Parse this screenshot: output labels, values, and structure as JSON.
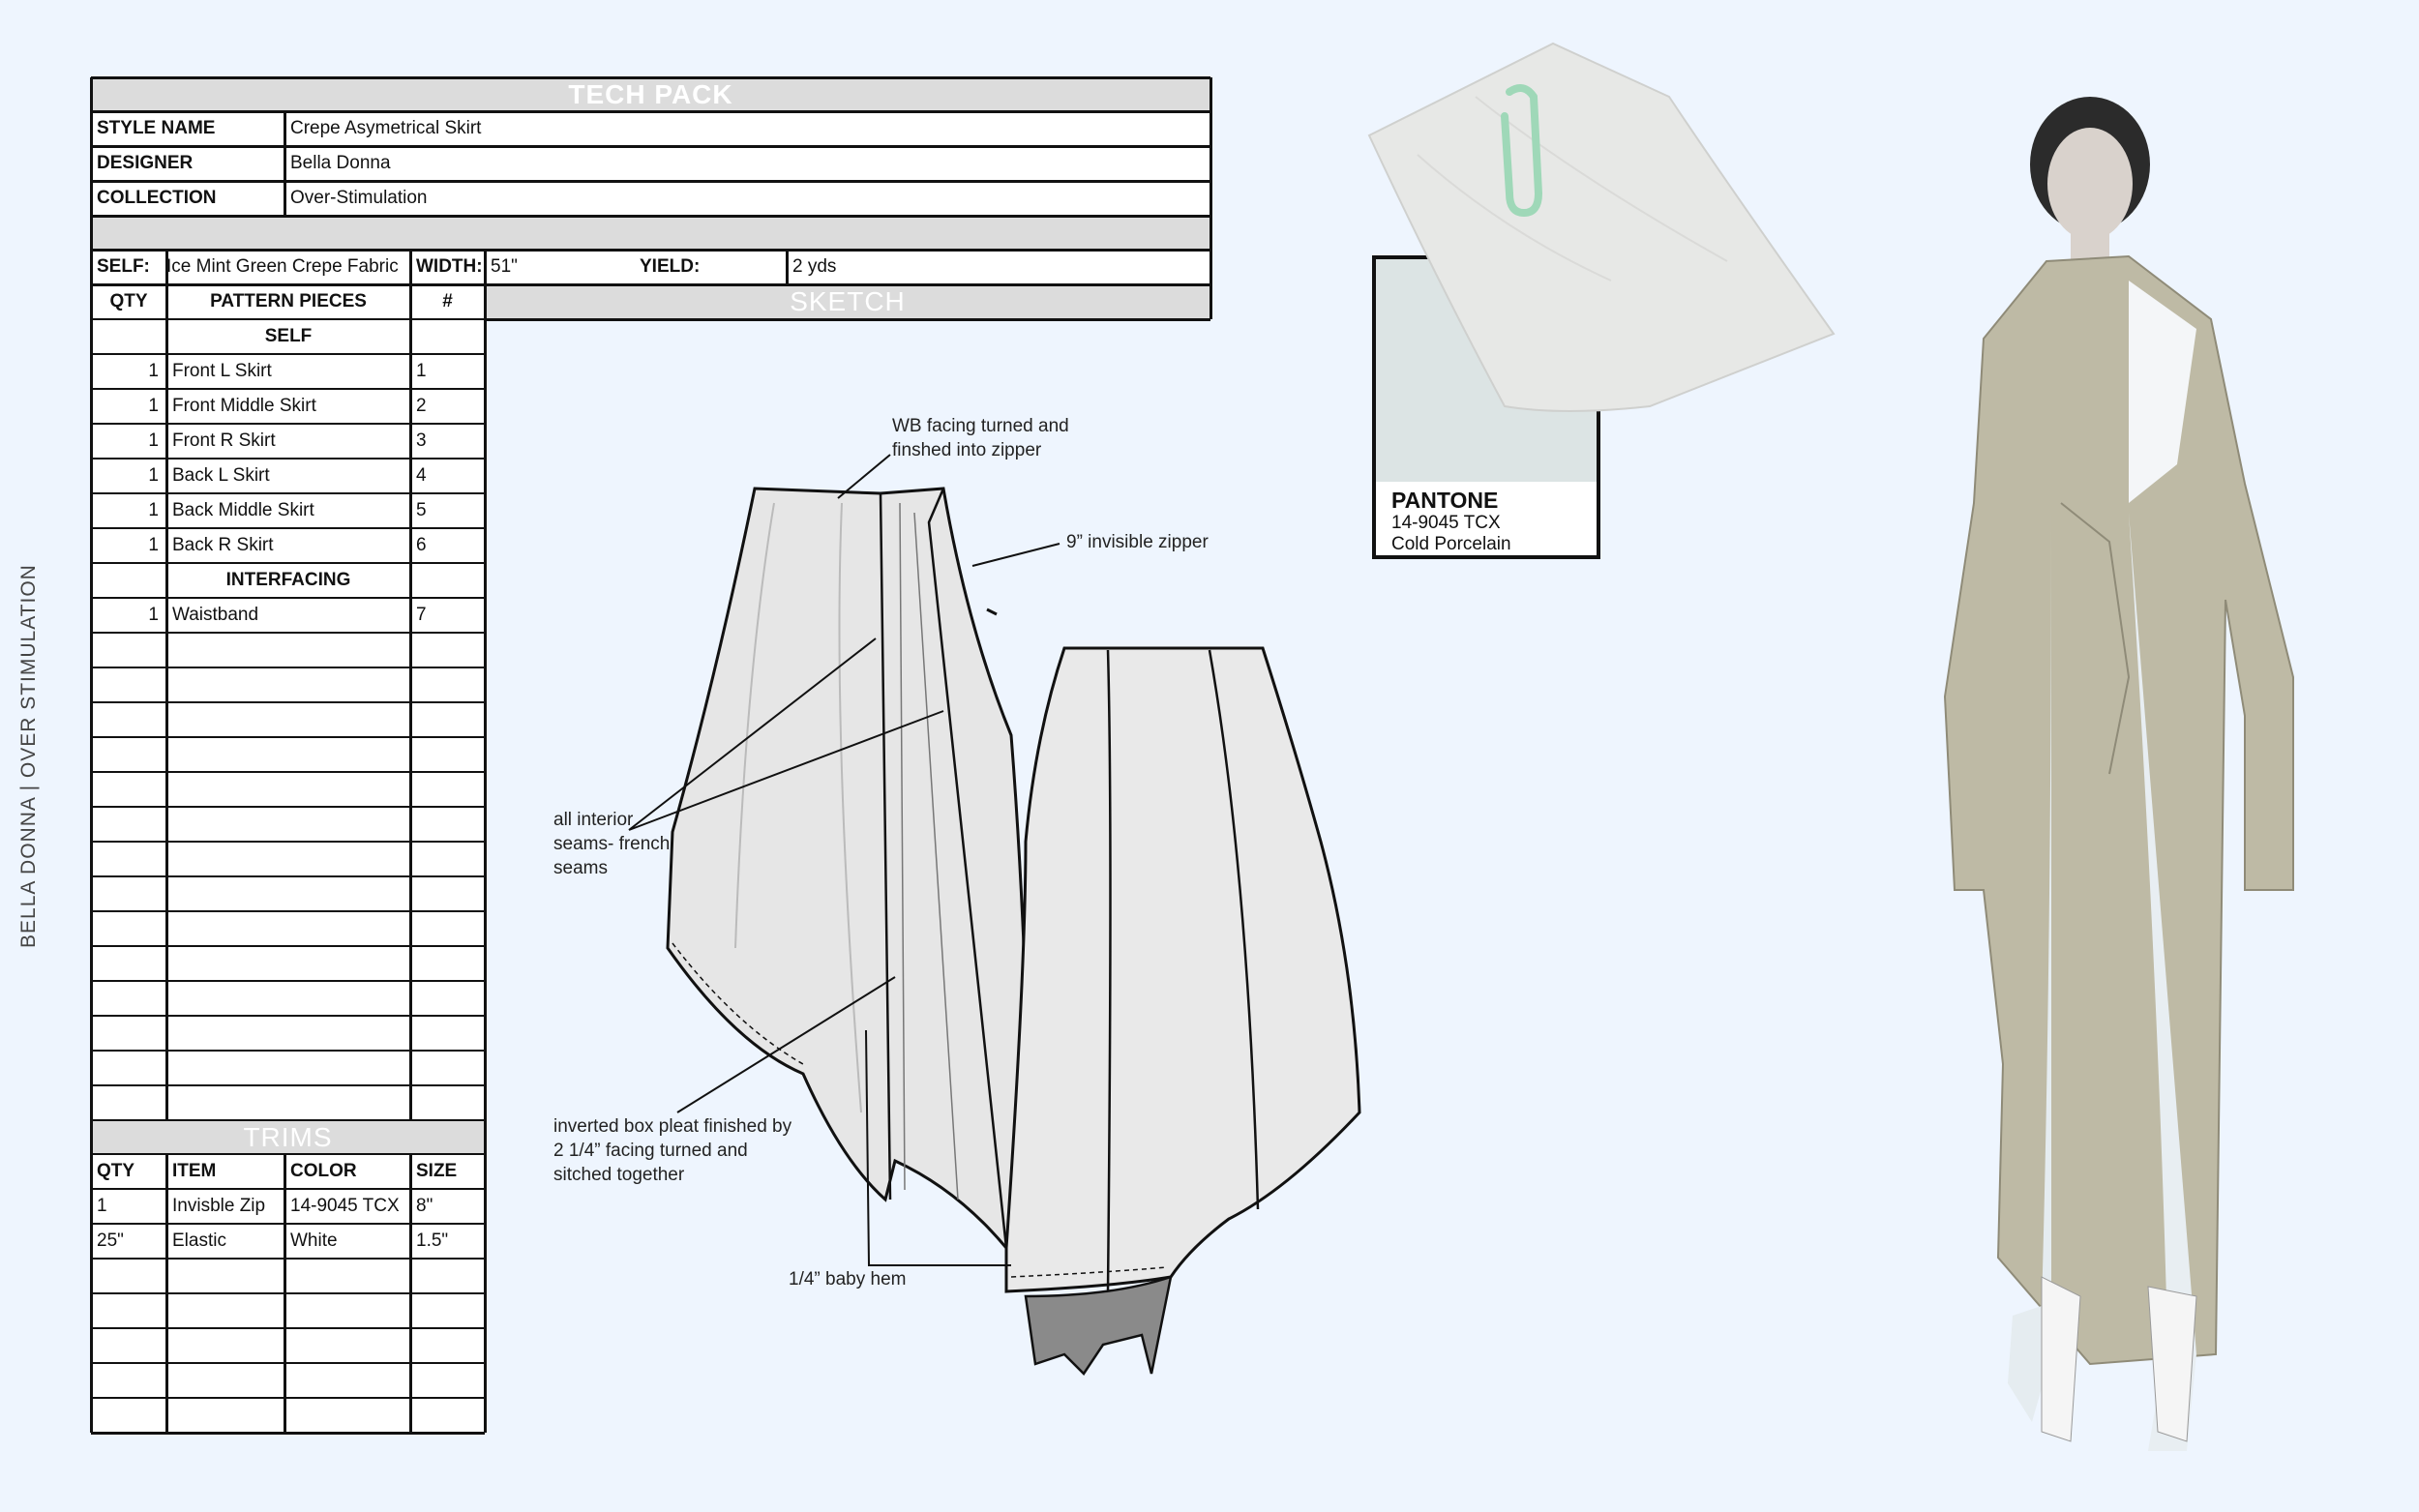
{
  "sidebar_text": "BELLA DONNA | OVER STIMULATION",
  "header": {
    "title": "TECH PACK"
  },
  "info": [
    {
      "label": "STYLE NAME",
      "value": "Crepe Asymetrical Skirt"
    },
    {
      "label": "DESIGNER",
      "value": "Bella Donna"
    },
    {
      "label": "COLLECTION",
      "value": "Over-Stimulation"
    }
  ],
  "fabric": {
    "self_label": "SELF:",
    "self_value": "Ice Mint Green Crepe Fabric",
    "width_label": "WIDTH:",
    "width_value": "51\"",
    "yield_label": "YIELD:",
    "yield_value": "2 yds"
  },
  "sketch_title": "SKETCH",
  "pattern": {
    "headers": {
      "qty": "QTY",
      "pieces": "PATTERN PIECES",
      "num": "#"
    },
    "rows": [
      {
        "type": "section",
        "label": "SELF"
      },
      {
        "qty": "1",
        "name": "Front L Skirt",
        "num": "1"
      },
      {
        "qty": "1",
        "name": "Front Middle Skirt",
        "num": "2"
      },
      {
        "qty": "1",
        "name": "Front R Skirt",
        "num": "3"
      },
      {
        "qty": "1",
        "name": "Back L Skirt",
        "num": "4"
      },
      {
        "qty": "1",
        "name": "Back Middle Skirt",
        "num": "5"
      },
      {
        "qty": "1",
        "name": "Back R Skirt",
        "num": "6"
      },
      {
        "type": "section",
        "label": "INTERFACING"
      },
      {
        "qty": "1",
        "name": "Waistband",
        "num": "7"
      },
      {},
      {},
      {},
      {},
      {},
      {},
      {},
      {},
      {},
      {},
      {},
      {},
      {},
      {}
    ]
  },
  "trims": {
    "title": "TRIMS",
    "headers": {
      "qty": "QTY",
      "item": "ITEM",
      "color": "COLOR",
      "size": "SIZE"
    },
    "rows": [
      {
        "qty": "1",
        "item": "Invisble Zip",
        "color": "14-9045 TCX",
        "size": "8\""
      },
      {
        "qty": "25\"",
        "item": "Elastic",
        "color": "White",
        "size": "1.5\""
      },
      {},
      {},
      {},
      {},
      {}
    ]
  },
  "annotations": {
    "wb_1": "WB facing turned and",
    "wb_2": "finshed into zipper",
    "zipper": "9” invisible zipper",
    "seams_1": "all interior",
    "seams_2": "seams- french",
    "seams_3": "seams",
    "pleat_1": "inverted box pleat finished by",
    "pleat_2": "2 1/4” facing turned and",
    "pleat_3": "sitched together",
    "hem": "1/4” baby hem"
  },
  "pantone": {
    "brand": "PANTONE",
    "code": "14-9045 TCX",
    "name": "Cold Porcelain",
    "color": "#dce4e4"
  }
}
